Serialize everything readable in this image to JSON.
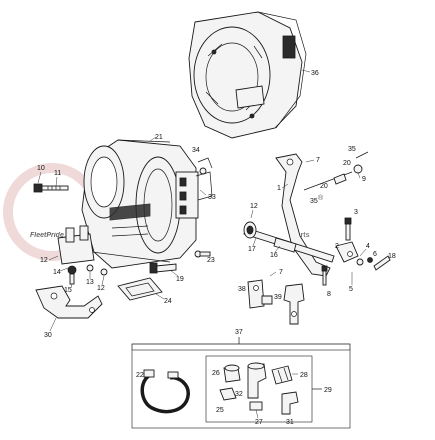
{
  "watermark": {
    "brand_text": "FleetPride",
    "trademark": "®",
    "wordmark": "Parts"
  },
  "colors": {
    "line": "#1a1a1a",
    "watermark": "#e8c9c9",
    "background": "#ffffff"
  },
  "callouts": {
    "c36": "36",
    "c21": "21",
    "c34": "34",
    "c33": "33",
    "c10": "10",
    "c11": "11",
    "c12a": "12",
    "c12b": "12",
    "c12c": "12",
    "c14": "14",
    "c15": "15",
    "c13": "13",
    "c30": "30",
    "c19": "19",
    "c23": "23",
    "c24": "24",
    "c7a": "7",
    "c35a": "35",
    "c20a": "20",
    "c9": "9",
    "c1": "1",
    "c20b": "20",
    "c35b": "35",
    "c3": "3",
    "c17": "17",
    "c16": "16",
    "c2": "2",
    "c4": "4",
    "c6": "6",
    "c18": "18",
    "c5": "5",
    "c8": "8",
    "c7b": "7",
    "c38": "38",
    "c39": "39",
    "c37": "37",
    "c22": "22",
    "c26": "26",
    "c28": "28",
    "c32": "32",
    "c25": "25",
    "c27": "27",
    "c31": "31",
    "c29": "29"
  }
}
